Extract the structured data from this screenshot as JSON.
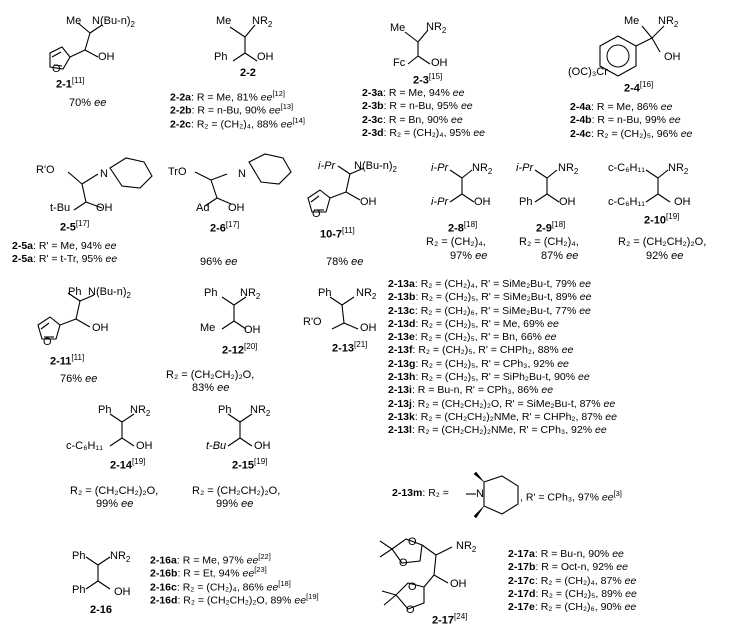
{
  "compounds": {
    "c2_1": {
      "label": "2-1",
      "ref": "[11]",
      "group_top": "N(Bu-n)",
      "sub2": "2",
      "me": "Me",
      "oh": "OH",
      "ee": "70%",
      "ee_unit": "ee"
    },
    "c2_2": {
      "label": "2-2",
      "group_top": "NR",
      "sub2": "2",
      "me": "Me",
      "ph": "Ph",
      "oh": "OH",
      "items": [
        {
          "id": "2-2a",
          "text": ": R = Me, 81% ",
          "ee": "ee",
          "ref": "[12]"
        },
        {
          "id": "2-2b",
          "text": ": R = n-Bu, 90% ",
          "ee": "ee",
          "ref": "[13]"
        },
        {
          "id": "2-2c",
          "text": ": R₂ = (CH₂)₄, 88% ",
          "ee": "ee",
          "ref": "[14]"
        }
      ]
    },
    "c2_3": {
      "label": "2-3",
      "ref": "[15]",
      "group_top": "NR",
      "sub2": "2",
      "me": "Me",
      "fc": "Fc",
      "oh": "OH",
      "items": [
        {
          "id": "2-3a",
          "text": ": R = Me, 94% ",
          "ee": "ee"
        },
        {
          "id": "2-3b",
          "text": ": R = n-Bu, 95% ",
          "ee": "ee"
        },
        {
          "id": "2-3c",
          "text": ": R = Bn, 90% ",
          "ee": "ee"
        },
        {
          "id": "2-3d",
          "text": ": R₂ = (CH₂)₄, 95% ",
          "ee": "ee"
        }
      ]
    },
    "c2_4": {
      "label": "2-4",
      "ref": "[16]",
      "group_top": "NR",
      "sub2": "2",
      "me": "Me",
      "oh": "OH",
      "cr": "(OC)₃Cr",
      "items": [
        {
          "id": "2-4a",
          "text": ": R = Me, 86% ",
          "ee": "ee"
        },
        {
          "id": "2-4b",
          "text": ": R = n-Bu, 99% ",
          "ee": "ee"
        },
        {
          "id": "2-4c",
          "text": ": R₂ = (CH₂)₅, 96% ",
          "ee": "ee"
        }
      ]
    },
    "c2_5": {
      "label": "2-5",
      "ref": "[17]",
      "ro": "R'O",
      "tbu": "t-Bu",
      "oh": "OH",
      "n": "N",
      "items": [
        {
          "id": "2-5a",
          "text": ": R' = Me, 94% ",
          "ee": "ee"
        },
        {
          "id": "2-5a",
          "text": ": R' = t-Tr, 95% ",
          "ee": "ee"
        }
      ]
    },
    "c2_6": {
      "label": "2-6",
      "ref": "[17]",
      "tro": "TrO",
      "ad": "Ad",
      "oh": "OH",
      "n": "N",
      "ee": "96%",
      "ee_unit": "ee"
    },
    "c10_7": {
      "label": "10-7",
      "ref": "[11]",
      "ipr": "i-Pr",
      "group_top": "N(Bu-n)",
      "sub2": "2",
      "oh": "OH",
      "ee": "78%",
      "ee_unit": "ee"
    },
    "c2_8": {
      "label": "2-8",
      "ref": "[18]",
      "ipr1": "i-Pr",
      "ipr2": "i-Pr",
      "group_top": "NR",
      "sub2": "2",
      "oh": "OH",
      "r2": "R₂ = (CH₂)₄,",
      "ee": "97%",
      "ee_unit": "ee"
    },
    "c2_9": {
      "label": "2-9",
      "ref": "[18]",
      "ipr": "i-Pr",
      "ph": "Ph",
      "group_top": "NR",
      "sub2": "2",
      "oh": "OH",
      "r2": "R₂ = (CH₂)₄,",
      "ee": "87%",
      "ee_unit": "ee"
    },
    "c2_10": {
      "label": "2-10",
      "ref": "[19]",
      "chx1": "c-C₆H₁₁",
      "chx2": "c-C₆H₁₁",
      "group_top": "NR",
      "sub2": "2",
      "oh": "OH",
      "r2": "R₂ = (CH₂CH₂)₂O,",
      "ee": "92%",
      "ee_unit": "ee"
    },
    "c2_11": {
      "label": "2-11",
      "ref": "[11]",
      "ph": "Ph",
      "group_top": "N(Bu-n)",
      "sub2": "2",
      "oh": "OH",
      "ee": "76%",
      "ee_unit": "ee"
    },
    "c2_12": {
      "label": "2-12",
      "ref": "[20]",
      "ph": "Ph",
      "me": "Me",
      "group_top": "NR",
      "sub2": "2",
      "oh": "OH",
      "r2": "R₂ = (CH₂CH₂)₂O,",
      "ee": "83%",
      "ee_unit": "ee"
    },
    "c2_13": {
      "label": "2-13",
      "ref": "[21]",
      "ph": "Ph",
      "ro": "R'O",
      "group_top": "NR",
      "sub2": "2",
      "oh": "OH",
      "items": [
        {
          "id": "2-13a",
          "text": ": R₂ = (CH₂)₄, R' = SiMe₂Bu-t, 79% ",
          "ee": "ee"
        },
        {
          "id": "2-13b",
          "text": ": R₂ = (CH₂)₅, R' = SiMe₂Bu-t, 89% ",
          "ee": "ee"
        },
        {
          "id": "2-13c",
          "text": ": R₂ = (CH₂)₆, R' = SiMe₂Bu-t, 77% ",
          "ee": "ee"
        },
        {
          "id": "2-13d",
          "text": ": R₂ = (CH₂)₅, R' = Me, 69% ",
          "ee": "ee"
        },
        {
          "id": "2-13e",
          "text": ": R₂ = (CH₂)₅, R' = Bn, 66% ",
          "ee": "ee"
        },
        {
          "id": "2-13f",
          "text": ": R₂ = (CH₂)₅, R' = CHPh₂, 88% ",
          "ee": "ee"
        },
        {
          "id": "2-13g",
          "text": ": R₂ = (CH₂)₅, R' = CPh₃, 92% ",
          "ee": "ee"
        },
        {
          "id": "2-13h",
          "text": ": R₂ = (CH₂)₅, R' = SiPh₂Bu-t, 90% ",
          "ee": "ee"
        },
        {
          "id": "2-13i",
          "text": ": R = Bu-n, R' = CPh₃, 86% ",
          "ee": "ee"
        },
        {
          "id": "2-13j",
          "text": ": R₂ = (CH₂CH₂)₂O, R' = SiMe₂Bu-t, 87% ",
          "ee": "ee"
        },
        {
          "id": "2-13k",
          "text": ": R₂ = (CH₂CH₂)₂NMe, R' = CHPh₂, 87% ",
          "ee": "ee"
        },
        {
          "id": "2-13l",
          "text": ": R₂ = (CH₂CH₂)₂NMe, R' = CPh₃, 92% ",
          "ee": "ee"
        }
      ],
      "m": {
        "id": "2-13m",
        "pre": ": R₂ = ",
        "n": "N",
        "post": ", R' = CPh₃, 97% ",
        "ee": "ee",
        "ref": "[3]"
      }
    },
    "c2_14": {
      "label": "2-14",
      "ref": "[19]",
      "ph": "Ph",
      "chx": "c-C₆H₁₁",
      "group_top": "NR",
      "sub2": "2",
      "oh": "OH",
      "r2": "R₂ = (CH₂CH₂)₂O,",
      "ee": "99%",
      "ee_unit": "ee"
    },
    "c2_15": {
      "label": "2-15",
      "ref": "[19]",
      "ph": "Ph",
      "tbu": "t-Bu",
      "group_top": "NR",
      "sub2": "2",
      "oh": "OH",
      "r2": "R₂ = (CH₂CH₂)₂O,",
      "ee": "99%",
      "ee_unit": "ee"
    },
    "c2_16": {
      "label": "2-16",
      "ph1": "Ph",
      "ph2": "Ph",
      "group_top": "NR",
      "sub2": "2",
      "oh": "OH",
      "items": [
        {
          "id": "2-16a",
          "text": ": R = Me, 97% ",
          "ee": "ee",
          "ref": "[22]"
        },
        {
          "id": "2-16b",
          "text": ": R = Et, 94% ",
          "ee": "ee",
          "ref": "[23]"
        },
        {
          "id": "2-16c",
          "text": ": R₂ = (CH₂)₄, 86% ",
          "ee": "ee",
          "ref": "[18]"
        },
        {
          "id": "2-16d",
          "text": ": R₂ = (CH₂CH₂)₂O, 89% ",
          "ee": "ee",
          "ref": "[19]"
        }
      ]
    },
    "c2_17": {
      "label": "2-17",
      "ref": "[24]",
      "group_top": "NR",
      "sub2": "2",
      "oh": "OH",
      "o": "O",
      "items": [
        {
          "id": "2-17a",
          "text": ": R = Bu-n, 90% ",
          "ee": "ee"
        },
        {
          "id": "2-17b",
          "text": ": R = Oct-n, 92% ",
          "ee": "ee"
        },
        {
          "id": "2-17c",
          "text": ": R₂ = (CH₂)₄, 87% ",
          "ee": "ee"
        },
        {
          "id": "2-17d",
          "text": ": R₂ = (CH₂)₅, 89% ",
          "ee": "ee"
        },
        {
          "id": "2-17e",
          "text": ": R₂ = (CH₂)₆, 90% ",
          "ee": "ee"
        }
      ]
    }
  }
}
